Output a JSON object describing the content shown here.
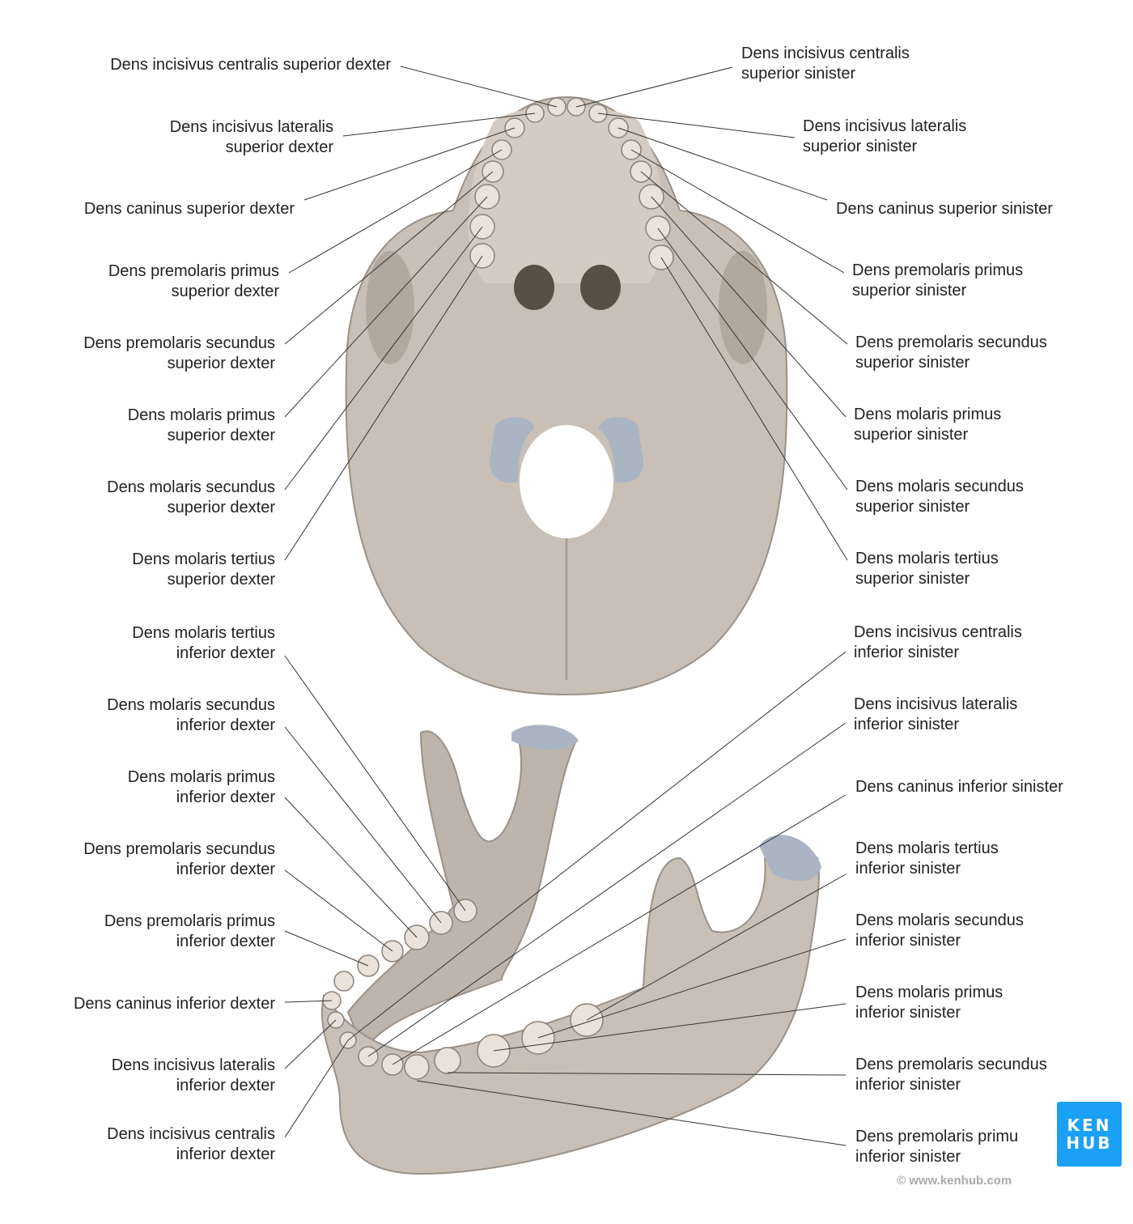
{
  "labels_left": [
    {
      "line1": "Dens incisivus centralis superior dexter",
      "line2": ""
    },
    {
      "line1": "Dens incisivus lateralis",
      "line2": "superior dexter"
    },
    {
      "line1": "Dens caninus superior dexter",
      "line2": ""
    },
    {
      "line1": "Dens premolaris primus",
      "line2": "superior dexter"
    },
    {
      "line1": "Dens premolaris secundus",
      "line2": "superior dexter"
    },
    {
      "line1": "Dens molaris primus",
      "line2": "superior dexter"
    },
    {
      "line1": "Dens molaris secundus",
      "line2": "superior dexter"
    },
    {
      "line1": "Dens molaris tertius",
      "line2": "superior dexter"
    },
    {
      "line1": "Dens molaris tertius",
      "line2": "inferior dexter"
    },
    {
      "line1": "Dens molaris secundus",
      "line2": "inferior dexter"
    },
    {
      "line1": "Dens molaris primus",
      "line2": "inferior dexter"
    },
    {
      "line1": "Dens premolaris secundus",
      "line2": "inferior dexter"
    },
    {
      "line1": "Dens premolaris primus",
      "line2": "inferior dexter"
    },
    {
      "line1": "Dens caninus inferior dexter",
      "line2": ""
    },
    {
      "line1": "Dens incisivus lateralis",
      "line2": "inferior dexter"
    },
    {
      "line1": "Dens incisivus centralis",
      "line2": "inferior dexter"
    }
  ],
  "labels_right": [
    {
      "line1": "Dens incisivus centralis",
      "line2": "superior sinister"
    },
    {
      "line1": "Dens incisivus lateralis",
      "line2": "superior sinister"
    },
    {
      "line1": "Dens caninus superior sinister",
      "line2": ""
    },
    {
      "line1": "Dens premolaris primus",
      "line2": "superior sinister"
    },
    {
      "line1": "Dens premolaris secundus",
      "line2": "superior sinister"
    },
    {
      "line1": "Dens molaris primus",
      "line2": "superior sinister"
    },
    {
      "line1": "Dens molaris secundus",
      "line2": "superior sinister"
    },
    {
      "line1": "Dens molaris tertius",
      "line2": "superior sinister"
    },
    {
      "line1": "Dens incisivus centralis",
      "line2": "inferior sinister"
    },
    {
      "line1": "Dens incisivus lateralis",
      "line2": "inferior sinister"
    },
    {
      "line1": "Dens caninus inferior sinister",
      "line2": ""
    },
    {
      "line1": "Dens molaris tertius",
      "line2": "inferior sinister"
    },
    {
      "line1": "Dens molaris secundus",
      "line2": "inferior sinister"
    },
    {
      "line1": "Dens molaris primus",
      "line2": "inferior sinister"
    },
    {
      "line1": "Dens premolaris secundus",
      "line2": "inferior sinister"
    },
    {
      "line1": "Dens premolaris primu",
      "line2": "inferior sinister"
    }
  ],
  "logo": {
    "line1": "KEN",
    "line2": "HUB",
    "color": "#1aa0f5"
  },
  "copyright": "© www.kenhub.com",
  "colors": {
    "bone": "#c8c0b6",
    "bone_dark": "#a89f95",
    "cartilage": "#aab4c2",
    "line": "#333333"
  }
}
